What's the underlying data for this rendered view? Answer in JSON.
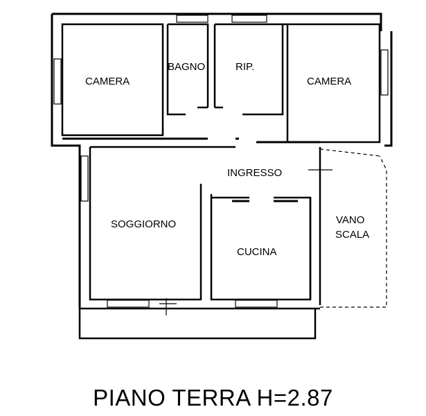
{
  "rooms": {
    "camera_left": "CAMERA",
    "bagno": "BAGNO",
    "ripostiglio": "RIP.",
    "camera_right": "CAMERA",
    "ingresso": "INGRESSO",
    "soggiorno": "SOGGIORNO",
    "cucina": "CUCINA",
    "vano_scala_1": "VANO",
    "vano_scala_2": "SCALA"
  },
  "caption": "PIANO TERRA H=2.87",
  "colors": {
    "wall": "#000000",
    "background": "#ffffff"
  }
}
